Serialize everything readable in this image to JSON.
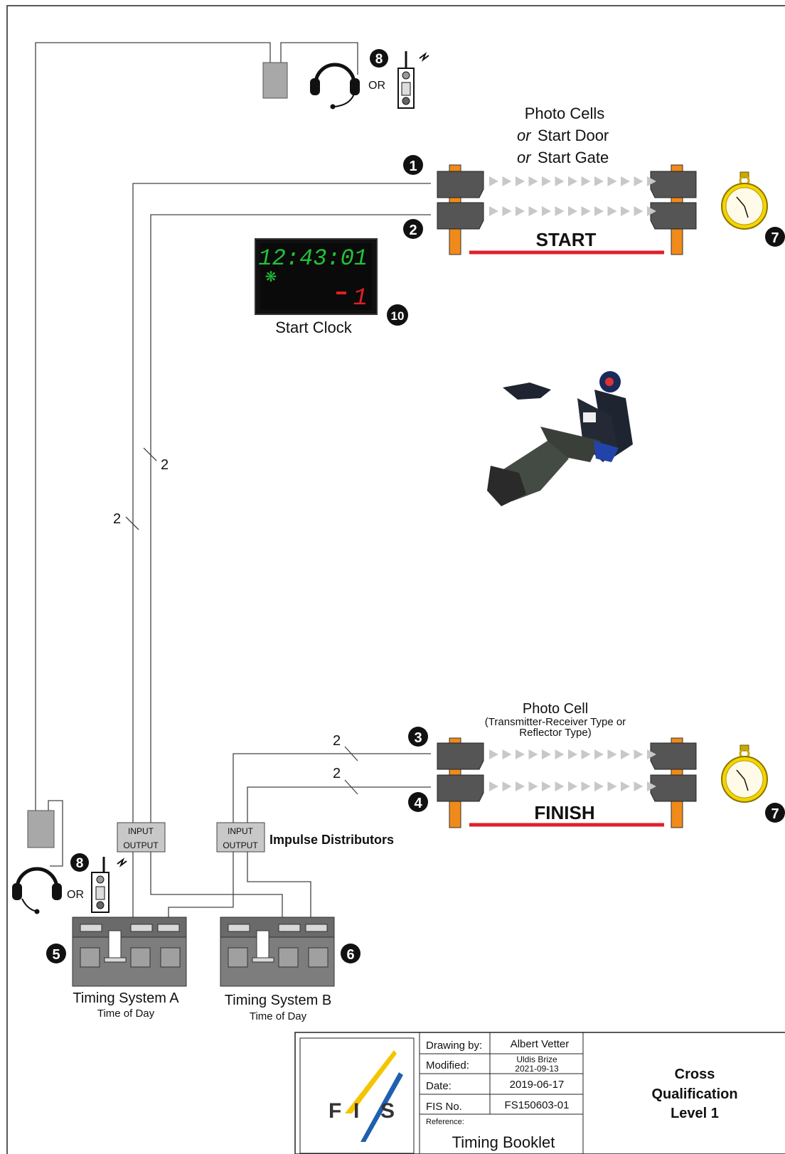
{
  "labels": {
    "photo_cells_start_line1": "Photo Cells",
    "photo_cells_start_line2_em": "or",
    "photo_cells_start_line2": "Start Door",
    "photo_cells_start_line3_em": "or",
    "photo_cells_start_line3": "Start Gate",
    "start": "START",
    "finish": "FINISH",
    "start_clock": "Start Clock",
    "clock_time": "12:43:01",
    "clock_bib": "1",
    "photo_cell_finish_line1": "Photo Cell",
    "photo_cell_finish_line2": "(Transmitter-Receiver Type or",
    "photo_cell_finish_line3": "Reflector Type)",
    "impulse_distributors": "Impulse Distributors",
    "input": "INPUT",
    "output": "OUTPUT",
    "or": "OR",
    "timing_system_a": "Timing System A",
    "timing_system_b": "Timing System B",
    "time_of_day": "Time of Day",
    "wire_count": "2"
  },
  "markers": {
    "m1": "1",
    "m2": "2",
    "m3": "3",
    "m4": "4",
    "m5": "5",
    "m6": "6",
    "m7": "7",
    "m8": "8",
    "m10": "10"
  },
  "title_block": {
    "drawing_by_label": "Drawing by:",
    "drawing_by": "Albert Vetter",
    "modified_label": "Modified:",
    "modified_name": "Uldis Brize",
    "modified_date": "2021-09-13",
    "date_label": "Date:",
    "date": "2019-06-17",
    "fis_no_label": "FIS No.",
    "fis_no": "FS150603-01",
    "reference_label": "Reference:",
    "reference": "Timing Booklet",
    "logo_f": "F",
    "logo_i": "I",
    "logo_s": "S",
    "title_line1": "Cross",
    "title_line2": "Qualification",
    "title_line3": "Level 1"
  },
  "colors": {
    "post": "#f08a1a",
    "cell": "#555555",
    "line_red": "#e0202a",
    "beam": "#c8c8c8",
    "clock_green": "#22c23a",
    "clock_red": "#e02020",
    "logo_yellow": "#f5c400",
    "logo_blue": "#1f5fb0"
  }
}
